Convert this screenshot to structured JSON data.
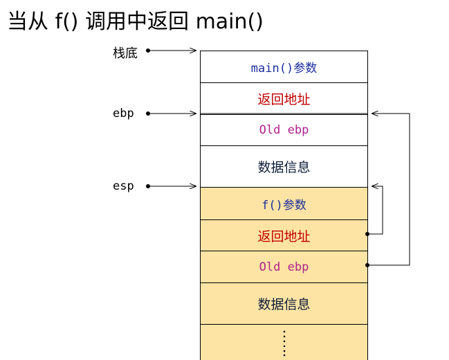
{
  "title": "当从 f() 调用中返回 main()",
  "pointers": {
    "stack_bottom": "栈底",
    "ebp": "ebp",
    "esp": "esp"
  },
  "stack": {
    "main_params": "main()参数",
    "main_return_addr": "返回地址",
    "main_old_ebp": "Old ebp",
    "main_data": "数据信息",
    "f_params": "f()参数",
    "f_return_addr": "返回地址",
    "f_old_ebp": "Old ebp",
    "f_data": "数据信息",
    "continuation": "⋮"
  },
  "colors": {
    "highlight": "#fde4a4",
    "blue_text": "#1a2e9c",
    "red_text": "#c00000",
    "purple_text": "#b0208c"
  }
}
